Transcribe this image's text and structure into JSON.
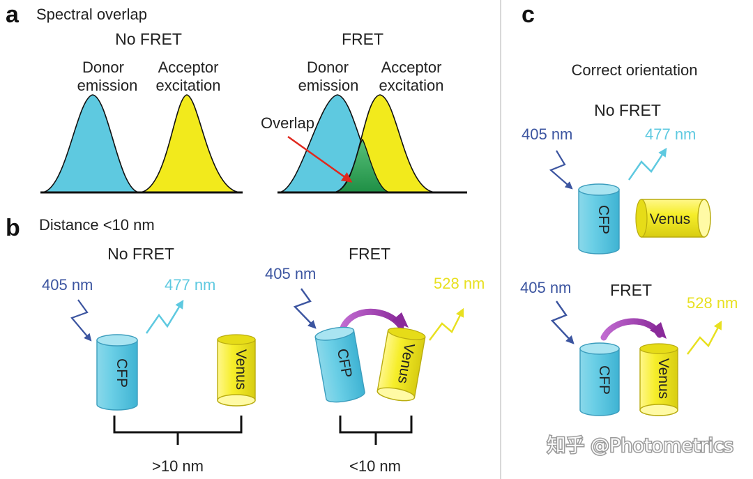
{
  "panel_a": {
    "letter": "a",
    "title": "Spectral overlap",
    "no_fret": {
      "heading": "No FRET",
      "donor_label": [
        "Donor",
        "emission"
      ],
      "acceptor_label": [
        "Acceptor",
        "excitation"
      ]
    },
    "fret": {
      "heading": "FRET",
      "donor_label": [
        "Donor",
        "emission"
      ],
      "acceptor_label": [
        "Acceptor",
        "excitation"
      ],
      "overlap_label": "Overlap"
    }
  },
  "panel_b": {
    "letter": "b",
    "title": "Distance <10 nm",
    "no_fret": {
      "heading": "No FRET",
      "excitation": "405 nm",
      "emission": "477 nm",
      "donor": "CFP",
      "acceptor": "Venus",
      "distance": ">10 nm"
    },
    "fret": {
      "heading": "FRET",
      "excitation": "405 nm",
      "emission": "528 nm",
      "donor": "CFP",
      "acceptor": "Venus",
      "distance": "<10 nm"
    }
  },
  "panel_c": {
    "letter": "c",
    "title": "Correct orientation",
    "no_fret": {
      "heading": "No FRET",
      "excitation": "405 nm",
      "emission": "477 nm",
      "donor": "CFP",
      "acceptor": "Venus"
    },
    "fret": {
      "heading": "FRET",
      "excitation": "405 nm",
      "emission": "528 nm",
      "donor": "CFP",
      "acceptor": "Venus"
    }
  },
  "watermark": "知乎 @Photometrics",
  "colors": {
    "cfp": "#5ec9e0",
    "venus": "#f2ea1c",
    "overlap": "#2ca55a",
    "excitation_text": "#3c55a0",
    "cfp_emission": "#5ec9e0",
    "venus_emission": "#e8e020",
    "transfer_arrow": "#9b3aa8",
    "overlap_arrow": "#e0281e"
  }
}
